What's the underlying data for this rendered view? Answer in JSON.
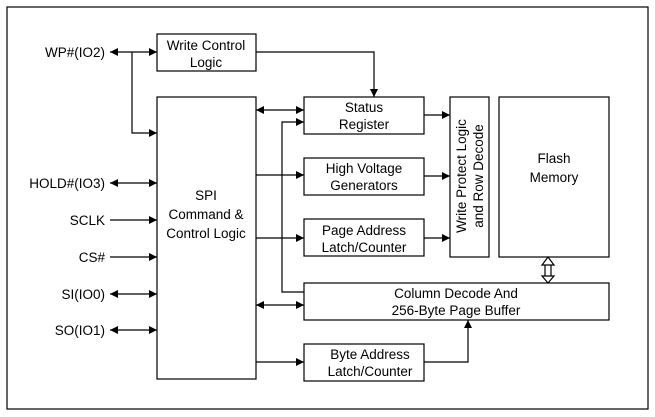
{
  "diagram": {
    "pins": {
      "wp": "WP#(IO2)",
      "hold": "HOLD#(IO3)",
      "sclk": "SCLK",
      "cs": "CS#",
      "si": "SI(IO0)",
      "so": "SO(IO1)"
    },
    "blocks": {
      "write_control": [
        "Write Control",
        "Logic"
      ],
      "spi": [
        "SPI",
        "Command &",
        "Control Logic"
      ],
      "status_register": [
        "Status",
        "Register"
      ],
      "high_voltage": [
        "High Voltage",
        "Generators"
      ],
      "page_address": [
        "Page Address",
        "Latch/Counter"
      ],
      "write_protect": [
        "Write Protect Logic",
        "and Row Decode"
      ],
      "flash": [
        "Flash",
        "Memory"
      ],
      "column_decode": [
        "Column Decode And",
        "256-Byte Page Buffer"
      ],
      "byte_address": [
        "Byte Address",
        "Latch/Counter"
      ]
    }
  }
}
